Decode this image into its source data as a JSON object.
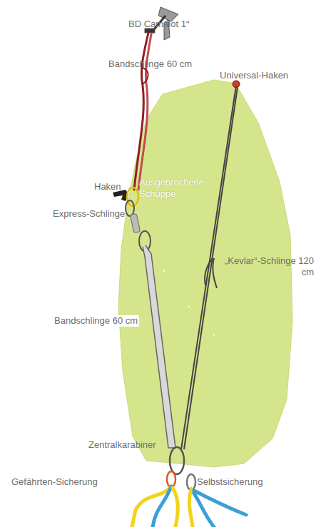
{
  "diagram": {
    "labels": [
      "BD Camalot 1“",
      "Bandschlinge 60 cm",
      "Universal-Haken",
      "Haken",
      "Ausgebrochene Schuppe",
      "Express-Schlinge",
      "„Kevlar“-Schlinge 120 cm",
      "Bandschlinge 60 cm",
      "Zentralkarabiner",
      "Gefährten-Sicherung",
      "Selbstsicherung"
    ]
  }
}
